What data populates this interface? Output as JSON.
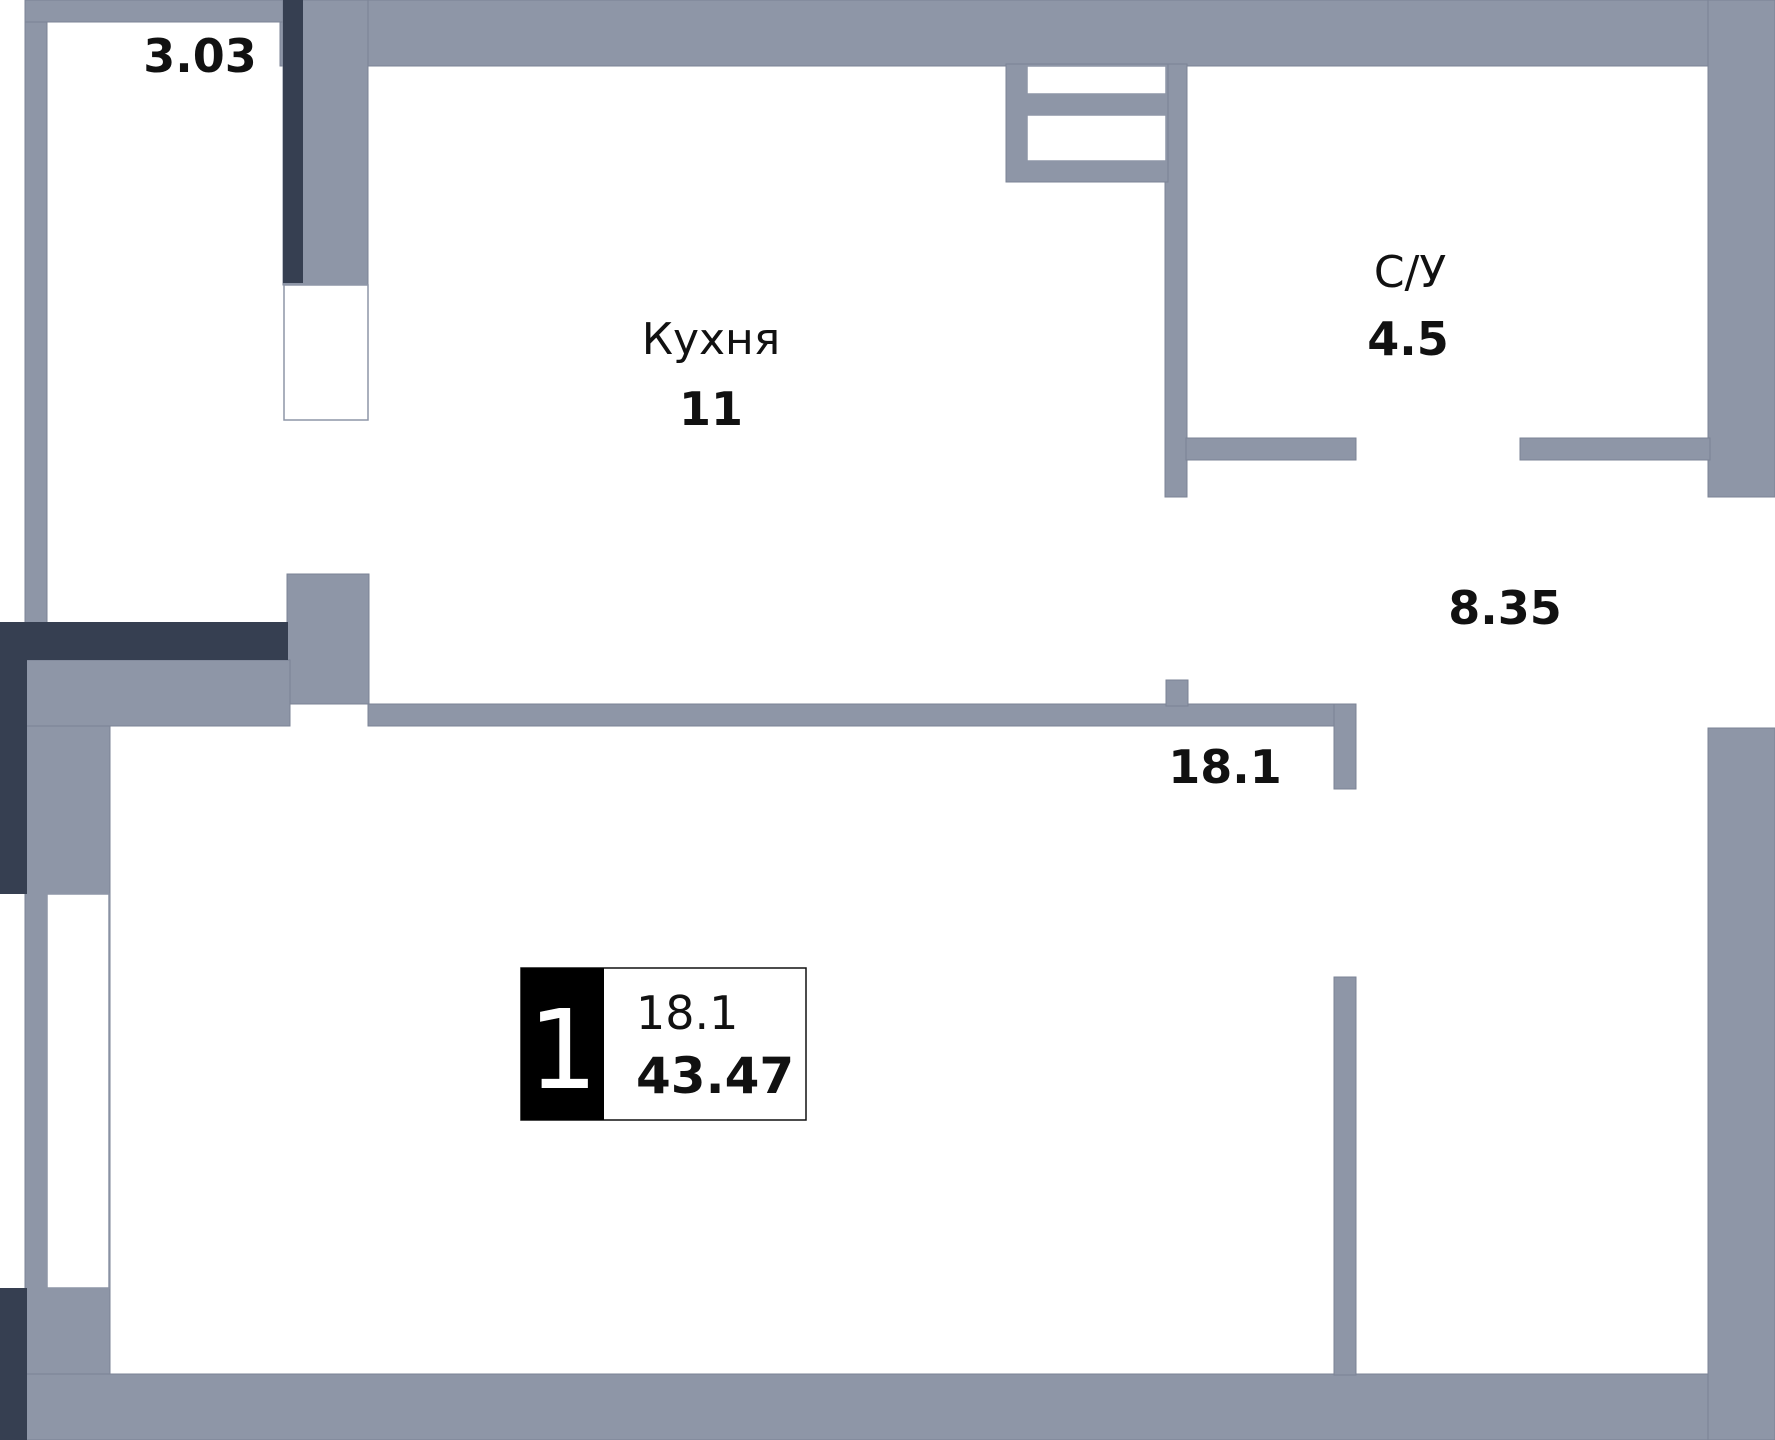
{
  "rooms": {
    "balcony": {
      "area": "3.03"
    },
    "kitchen": {
      "name": "Кухня",
      "area": "11"
    },
    "bathroom": {
      "name": "С/У",
      "area": "4.5"
    },
    "hall": {
      "area": "8.35"
    },
    "living": {
      "area": "18.1"
    }
  },
  "badge": {
    "rooms_count": "1",
    "living_area": "18.1",
    "total_area": "43.47"
  },
  "colors": {
    "wall": "#8e96a7",
    "wall_exterior_dark": "#363f51",
    "floor": "#ffffff",
    "text": "#111111",
    "badge_bg": "#000000"
  }
}
